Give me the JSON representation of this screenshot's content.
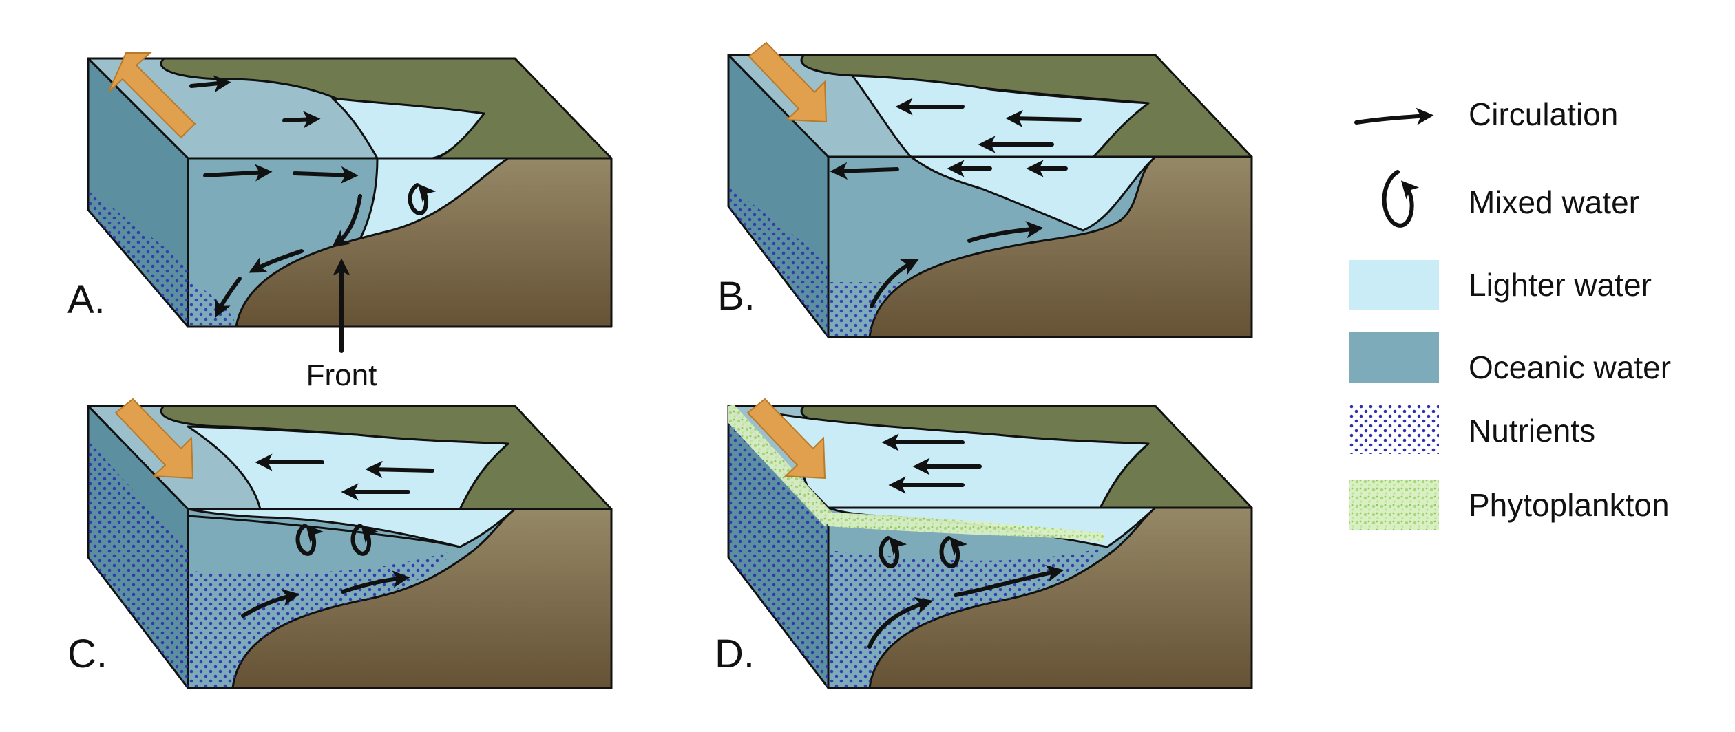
{
  "panels": [
    {
      "id": "A",
      "label": "A."
    },
    {
      "id": "B",
      "label": "B."
    },
    {
      "id": "C",
      "label": "C."
    },
    {
      "id": "D",
      "label": "D."
    }
  ],
  "front_label": "Front",
  "legend": {
    "items": [
      {
        "key": "circulation",
        "label": "Circulation"
      },
      {
        "key": "mixed",
        "label": "Mixed water"
      },
      {
        "key": "lighter",
        "label": "Lighter water"
      },
      {
        "key": "oceanic",
        "label": "Oceanic water"
      },
      {
        "key": "nutrients",
        "label": "Nutrients"
      },
      {
        "key": "phyto",
        "label": "Phytoplankton"
      }
    ]
  },
  "colors": {
    "lighter_water": "#c9ecf6",
    "oceanic_water": "#7eabb9",
    "oceanic_top": "#9bc0cc",
    "side_face": "#5c8fa0",
    "land_top": "#6f7a4f",
    "land_front_top": "#918563",
    "land_front_bottom": "#675437",
    "wind_arrow": "#e0a04e",
    "nutrients": "#2b2fb0",
    "phytoplankton": "#b9df8e"
  }
}
